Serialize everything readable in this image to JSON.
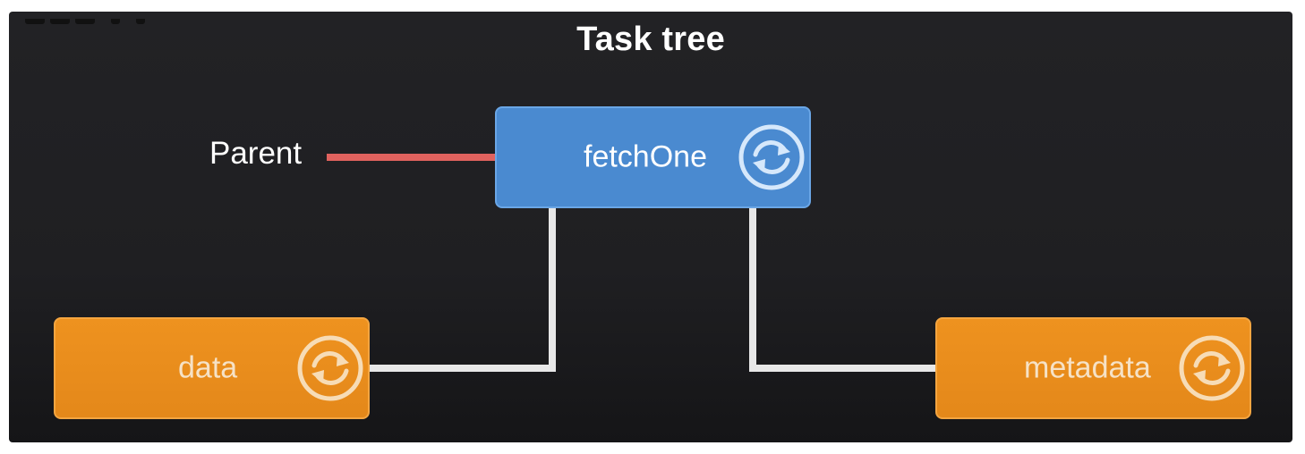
{
  "diagram": {
    "title": "Task tree",
    "parent_label": "Parent",
    "nodes": {
      "root": {
        "label": "fetchOne",
        "color": "#4a8ad0",
        "icon": "sync-icon"
      },
      "child_left": {
        "label": "data",
        "color": "#ec901d",
        "icon": "sync-icon"
      },
      "child_right": {
        "label": "metadata",
        "color": "#ec901d",
        "icon": "sync-icon"
      }
    },
    "edges": [
      {
        "from": "root",
        "to": "child_left"
      },
      {
        "from": "root",
        "to": "child_right"
      }
    ],
    "pointer_color": "#e0625e",
    "edge_color": "#e8e8e8"
  }
}
